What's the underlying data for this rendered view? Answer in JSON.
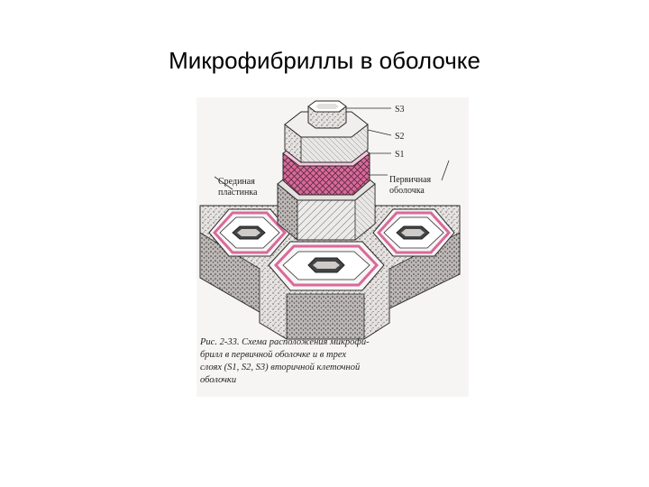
{
  "slide": {
    "title": "Микрофибриллы в оболочке"
  },
  "figure": {
    "labels": {
      "s3": "S3",
      "s2": "S2",
      "s1": "S1",
      "middle_lamella_line1": "Срединая",
      "middle_lamella_line2": "пластинка",
      "primary_wall_line1": "Первичная",
      "primary_wall_line2": "оболочка"
    },
    "caption": {
      "line1": "Рис. 2-33. Схема расположения микрофи-",
      "line2": "брилл в первичной оболочке и в трех",
      "line3": "слоях (S1, S2, S3) вторичной клеточной",
      "line4": "оболочки"
    },
    "colors": {
      "primary_wall": "#d9699a",
      "primary_wall_light": "#f3c9dc",
      "ink": "#2a2a2a",
      "paper": "#f7f5f4"
    }
  }
}
